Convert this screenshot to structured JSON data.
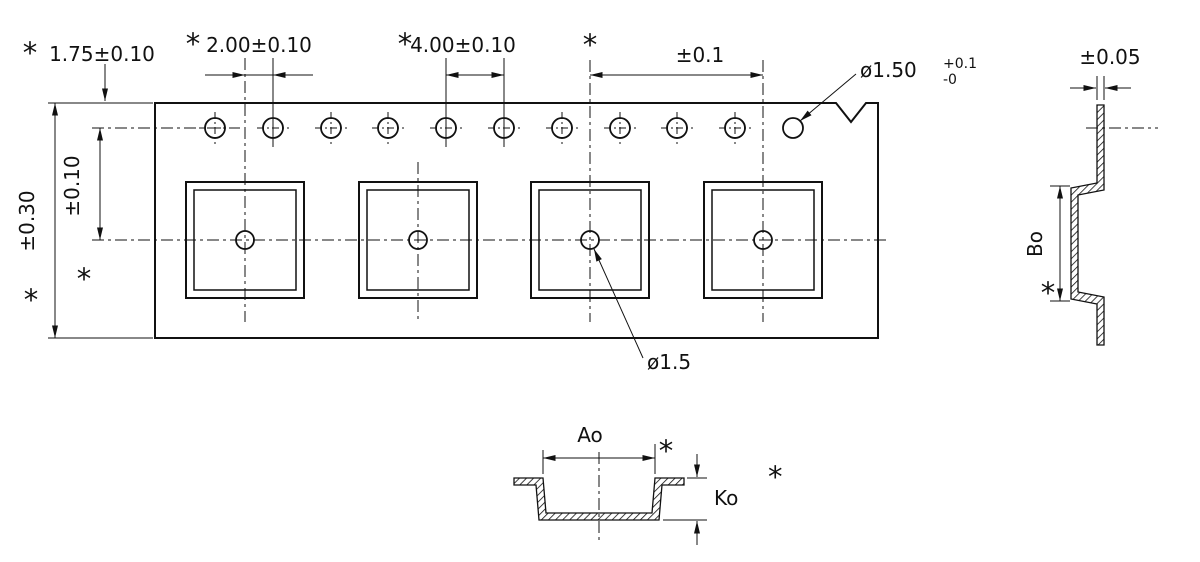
{
  "symbols": {
    "asterisk": "*"
  },
  "top_view": {
    "tape_edge_to_hole": "1.75±0.10",
    "hole_to_pocket_pitch": "2.00±0.10",
    "sprocket_pitch": "4.00±0.10",
    "cumulative_tolerance": "±0.1",
    "sprocket_hole_diameter": "ø1.50",
    "sprocket_hole_tol_upper": "+0.1",
    "sprocket_hole_tol_lower": "-0",
    "tape_width_tolerance": "±0.30",
    "hole_to_pocket_center": "±0.10",
    "pocket_hole_diameter": "ø1.5"
  },
  "side_view": {
    "thickness_tolerance": "±0.05",
    "pocket_depth_label": "Bo"
  },
  "section_view": {
    "pocket_width_label": "Ao",
    "pocket_depth_label": "Ko"
  }
}
